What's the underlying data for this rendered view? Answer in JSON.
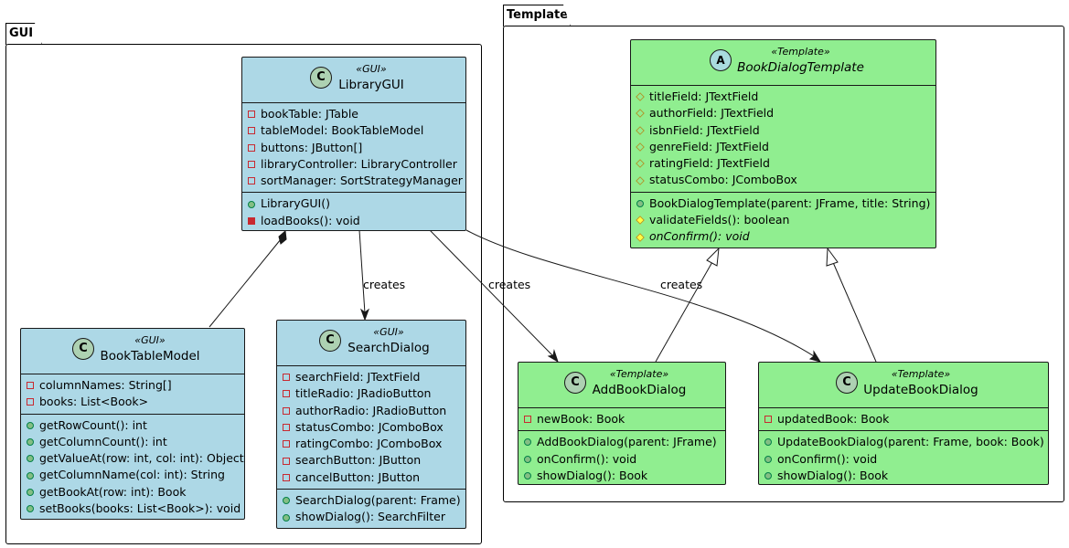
{
  "packages": {
    "gui": {
      "label": "GUI"
    },
    "template": {
      "label": "Template"
    }
  },
  "classes": {
    "libraryGui": {
      "stereotype": "«GUI»",
      "name": "LibraryGUI",
      "kind": "C",
      "fields": [
        {
          "text": "bookTable: JTable",
          "visibility": "private"
        },
        {
          "text": "tableModel: BookTableModel",
          "visibility": "private"
        },
        {
          "text": "buttons: JButton[]",
          "visibility": "private"
        },
        {
          "text": "libraryController: LibraryController",
          "visibility": "private"
        },
        {
          "text": "sortManager: SortStrategyManager",
          "visibility": "private"
        }
      ],
      "methods": [
        {
          "text": "LibraryGUI()",
          "visibility": "public"
        },
        {
          "text": "loadBooks(): void",
          "visibility": "private"
        }
      ]
    },
    "bookTableModel": {
      "stereotype": "«GUI»",
      "name": "BookTableModel",
      "kind": "C",
      "fields": [
        {
          "text": "columnNames: String[]",
          "visibility": "private"
        },
        {
          "text": "books: List<Book>",
          "visibility": "private"
        }
      ],
      "methods": [
        {
          "text": "getRowCount(): int",
          "visibility": "public"
        },
        {
          "text": "getColumnCount(): int",
          "visibility": "public"
        },
        {
          "text": "getValueAt(row: int, col: int): Object",
          "visibility": "public"
        },
        {
          "text": "getColumnName(col: int): String",
          "visibility": "public"
        },
        {
          "text": "getBookAt(row: int): Book",
          "visibility": "public"
        },
        {
          "text": "setBooks(books: List<Book>): void",
          "visibility": "public"
        }
      ]
    },
    "searchDialog": {
      "stereotype": "«GUI»",
      "name": "SearchDialog",
      "kind": "C",
      "fields": [
        {
          "text": "searchField: JTextField",
          "visibility": "private"
        },
        {
          "text": "titleRadio: JRadioButton",
          "visibility": "private"
        },
        {
          "text": "authorRadio: JRadioButton",
          "visibility": "private"
        },
        {
          "text": "statusCombo: JComboBox",
          "visibility": "private"
        },
        {
          "text": "ratingCombo: JComboBox",
          "visibility": "private"
        },
        {
          "text": "searchButton: JButton",
          "visibility": "private"
        },
        {
          "text": "cancelButton: JButton",
          "visibility": "private"
        }
      ],
      "methods": [
        {
          "text": "SearchDialog(parent: Frame)",
          "visibility": "public"
        },
        {
          "text": "showDialog(): SearchFilter",
          "visibility": "public"
        }
      ]
    },
    "bookDialogTemplate": {
      "stereotype": "«Template»",
      "name": "BookDialogTemplate",
      "kind": "A",
      "fields": [
        {
          "text": "titleField: JTextField",
          "visibility": "protected"
        },
        {
          "text": "authorField: JTextField",
          "visibility": "protected"
        },
        {
          "text": "isbnField: JTextField",
          "visibility": "protected"
        },
        {
          "text": "genreField: JTextField",
          "visibility": "protected"
        },
        {
          "text": "ratingField: JTextField",
          "visibility": "protected"
        },
        {
          "text": "statusCombo: JComboBox",
          "visibility": "protected"
        }
      ],
      "methods": [
        {
          "text": "BookDialogTemplate(parent: JFrame, title: String)",
          "visibility": "public"
        },
        {
          "text": "validateFields(): boolean",
          "visibility": "protected"
        },
        {
          "text": "onConfirm(): void",
          "visibility": "protected",
          "abstract": true
        }
      ]
    },
    "addBookDialog": {
      "stereotype": "«Template»",
      "name": "AddBookDialog",
      "kind": "C",
      "fields": [
        {
          "text": "newBook: Book",
          "visibility": "private"
        }
      ],
      "methods": [
        {
          "text": "AddBookDialog(parent: JFrame)",
          "visibility": "public"
        },
        {
          "text": "onConfirm(): void",
          "visibility": "public"
        },
        {
          "text": "showDialog(): Book",
          "visibility": "public"
        }
      ]
    },
    "updateBookDialog": {
      "stereotype": "«Template»",
      "name": "UpdateBookDialog",
      "kind": "C",
      "fields": [
        {
          "text": "updatedBook: Book",
          "visibility": "private"
        }
      ],
      "methods": [
        {
          "text": "UpdateBookDialog(parent: Frame, book: Book)",
          "visibility": "public"
        },
        {
          "text": "onConfirm(): void",
          "visibility": "public"
        },
        {
          "text": "showDialog(): Book",
          "visibility": "public"
        }
      ]
    }
  },
  "relations": [
    {
      "id": "gui-tablemodel",
      "from": "LibraryGUI",
      "to": "BookTableModel",
      "type": "composition",
      "label": ""
    },
    {
      "id": "gui-search",
      "from": "LibraryGUI",
      "to": "SearchDialog",
      "type": "dependency",
      "label": "creates"
    },
    {
      "id": "gui-add",
      "from": "LibraryGUI",
      "to": "AddBookDialog",
      "type": "dependency",
      "label": "creates"
    },
    {
      "id": "gui-update",
      "from": "LibraryGUI",
      "to": "UpdateBookDialog",
      "type": "dependency",
      "label": "creates"
    },
    {
      "id": "add-template",
      "from": "AddBookDialog",
      "to": "BookDialogTemplate",
      "type": "inheritance",
      "label": ""
    },
    {
      "id": "update-template",
      "from": "UpdateBookDialog",
      "to": "BookDialogTemplate",
      "type": "inheritance",
      "label": ""
    }
  ]
}
